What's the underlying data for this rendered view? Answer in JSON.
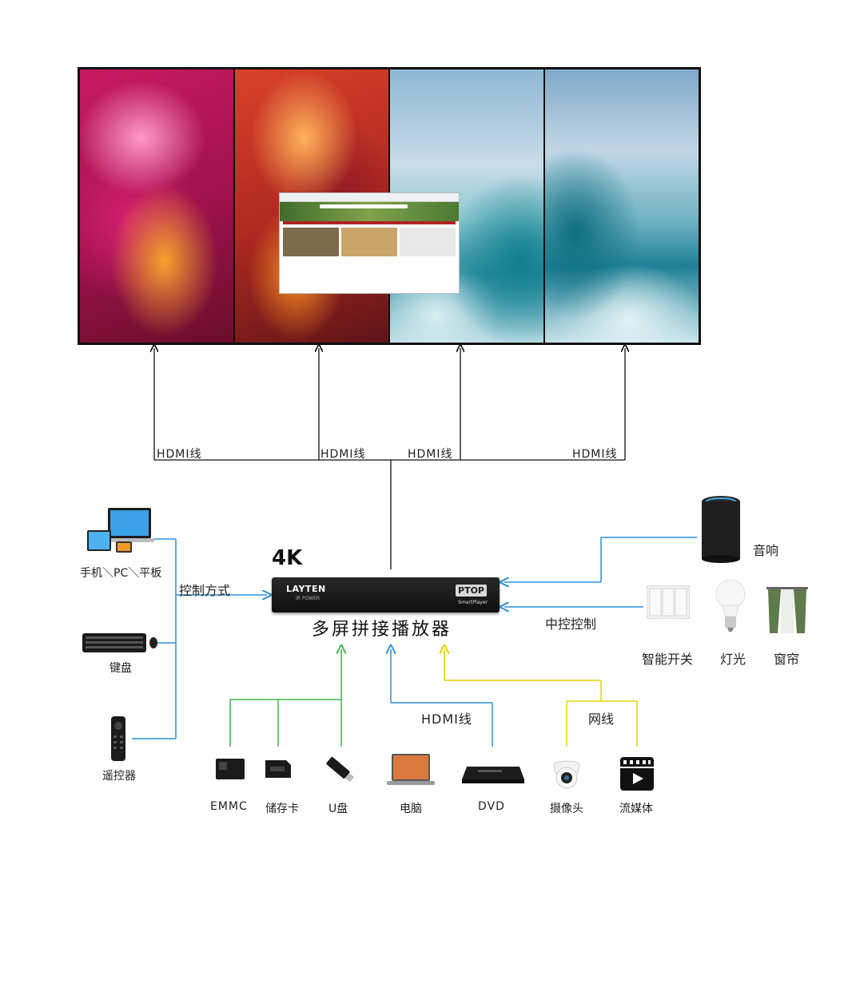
{
  "diagram": {
    "wall_label": "HDMI线",
    "hdmi_labels": [
      "HDMI线",
      "HDMI线",
      "HDMI线",
      "HDMI线"
    ],
    "resolution_label": "4K",
    "player_title": "多屏拼接播放器",
    "player_brand": "LAYTEN",
    "player_badge": "PTOP",
    "player_subbrand": "SmartPlayer",
    "player_port_label": "IR   POWER",
    "left_group": {
      "control_label": "控制方式",
      "devices": [
        "手机＼PC＼平板",
        "键盘",
        "遥控器"
      ]
    },
    "right_group": {
      "control_label": "中控控制",
      "speaker": "音响",
      "devices": [
        "智能开关",
        "灯光",
        "窗帘"
      ]
    },
    "bottom_group": {
      "storage": [
        "EMMC",
        "储存卡",
        "U盘"
      ],
      "hdmi_label": "HDMI线",
      "hdmi_devices": [
        "电脑",
        "DVD"
      ],
      "network_label": "网线",
      "network_devices": [
        "摄像头",
        "流媒体"
      ]
    },
    "colors": {
      "blue": "#2c8fd6",
      "green": "#3fb54a",
      "yellow": "#f2e21c",
      "black": "#111111"
    }
  }
}
